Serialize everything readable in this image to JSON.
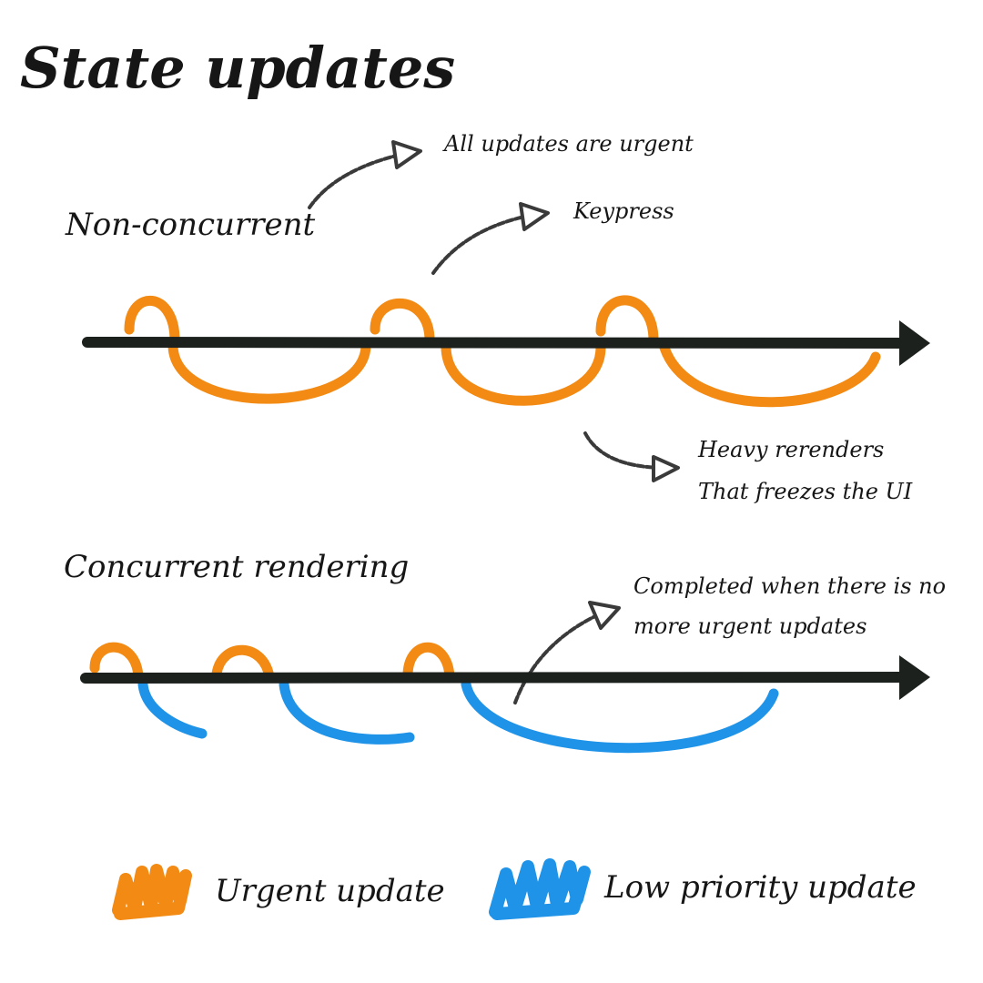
{
  "title": "State updates",
  "sections": {
    "non_concurrent": {
      "label": "Non-concurrent",
      "annotations": {
        "all_urgent": "All updates are urgent",
        "keypress": "Keypress",
        "heavy_line1": "Heavy rerenders",
        "heavy_line2": "That freezes the UI"
      }
    },
    "concurrent": {
      "label": "Concurrent rendering",
      "annotations": {
        "completed_line1": "Completed when there is no",
        "completed_line2": "more urgent updates"
      }
    }
  },
  "legend": {
    "urgent": {
      "label": "Urgent update",
      "color": "#f28a13"
    },
    "low": {
      "label": "Low priority update",
      "color": "#1f93e8"
    }
  },
  "colors": {
    "urgent": "#f28a13",
    "low_priority": "#1f93e8",
    "axis": "#1c211e"
  }
}
